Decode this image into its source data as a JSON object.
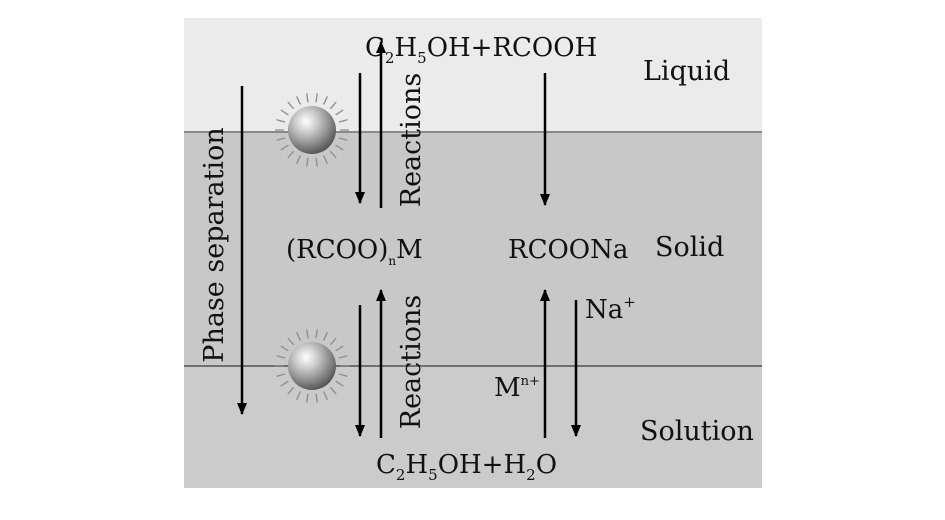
{
  "regions": {
    "liquid": "Liquid",
    "solid": "Solid",
    "solution": "Solution"
  },
  "top_reactants": {
    "c": "C",
    "sub2": "2",
    "h": "H",
    "sub5": "5",
    "rest": "OH+RCOOH"
  },
  "bottom_products": {
    "c": "C",
    "sub2": "2",
    "h": "H",
    "sub5": "5",
    "oh": "OH+H",
    "sub2b": "2",
    "o": "O"
  },
  "metal_salt": {
    "left": "(RCOO)",
    "sub": "n",
    "right": "M"
  },
  "sodium_salt": "RCOONa",
  "metal_ion": {
    "base": "M",
    "sup": "n+"
  },
  "sodium_ion": {
    "base": "Na",
    "sup": "+"
  },
  "reactions_label": "Reactions",
  "phase_separation_label": "Phase separation",
  "colors": {
    "liquid_band": "#ebebeb",
    "solid_band": "#c8c8c8",
    "solution_band": "#cbcbcb",
    "interface_line": "#8a8a8a",
    "arrow": "#000000",
    "particle": "#8c8c8c"
  }
}
